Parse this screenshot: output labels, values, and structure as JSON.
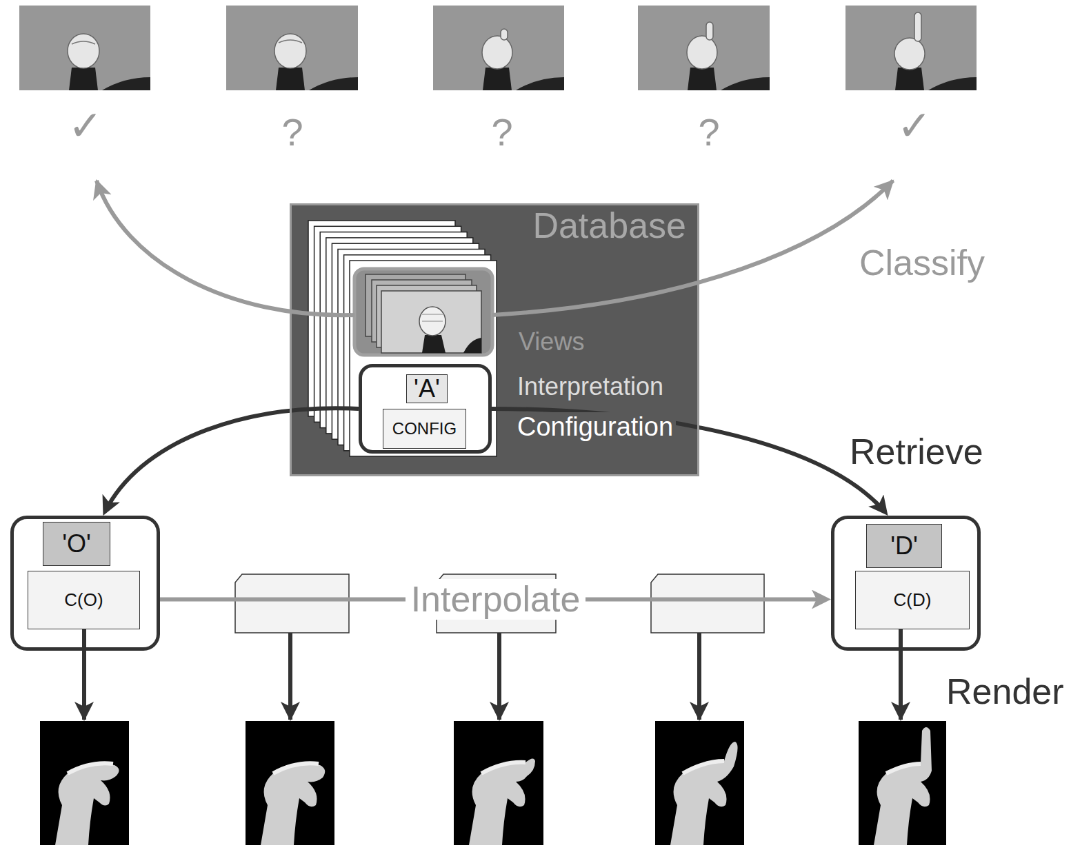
{
  "diagram": {
    "nodes": [
      {
        "text": [
          "Database",
          "Views",
          "Interpretation",
          "Configuration"
        ]
      },
      {
        "text": [
          "'A'",
          "CONFIG"
        ],
        "in": 0
      },
      {
        "text": [
          "'O'",
          "C(O)"
        ]
      },
      {
        "text": [
          "'D'",
          "C(D)"
        ]
      }
    ],
    "edges": [
      {
        "from": 1,
        "to": 2,
        "arrow": "to"
      },
      {
        "from": 1,
        "to": 3,
        "arrow": "to"
      },
      {
        "from": 2,
        "to": 3,
        "label": "Interpolate",
        "arrow": "to"
      }
    ],
    "labels": [
      "✓",
      "?",
      "?",
      "?",
      "✓",
      "Classify",
      "Retrieve",
      "Render"
    ]
  }
}
